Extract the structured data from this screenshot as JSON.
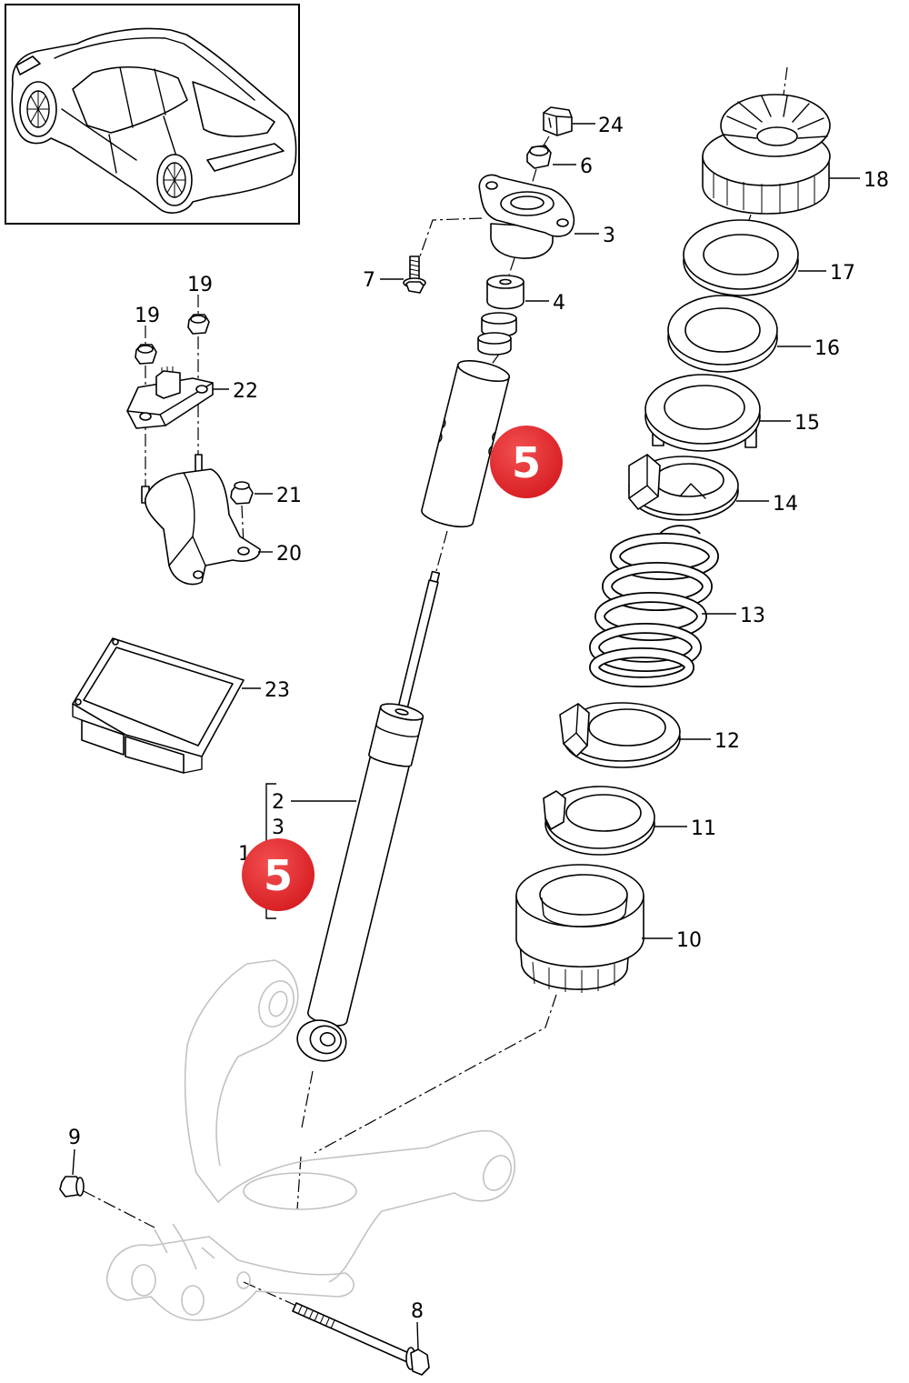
{
  "diagram": {
    "labels": [
      "24",
      "6",
      "3",
      "7",
      "4",
      "18",
      "17",
      "16",
      "15",
      "14",
      "13",
      "12",
      "11",
      "10",
      "19",
      "19",
      "22",
      "21",
      "20",
      "23",
      "2",
      "3",
      "1",
      "9",
      "8"
    ],
    "badges": [
      "5",
      "5"
    ]
  },
  "colors": {
    "badge": "#e8262b",
    "badge_text": "#ffffff",
    "ink": "#000000",
    "ghost_outline": "#c2c2c2"
  },
  "icons": {
    "badge": "red-circle-callout-icon"
  }
}
